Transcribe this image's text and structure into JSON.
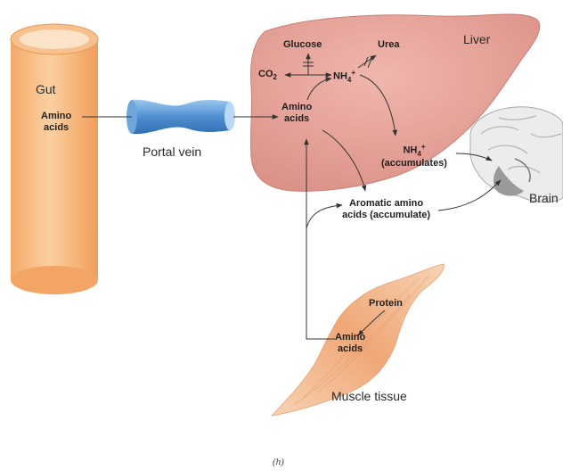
{
  "labels": {
    "gut": "Gut",
    "gut_amino_line1": "Amino",
    "gut_amino_line2": "acids",
    "portal_vein": "Portal vein",
    "liver": "Liver",
    "glucose": "Glucose",
    "urea": "Urea",
    "co2": "CO",
    "co2_sub": "2",
    "nh4_liver": "NH",
    "nh4_liver_sub": "4",
    "nh4_liver_sup": "+",
    "liver_amino_line1": "Amino",
    "liver_amino_line2": "acids",
    "nh4_accum": "NH",
    "nh4_accum_sub": "4",
    "nh4_accum_sup": "+",
    "nh4_accum_line2": "(accumulates)",
    "aromatic_line1": "Aromatic amino",
    "aromatic_line2": "acids (accumulate)",
    "brain": "Brain",
    "protein": "Protein",
    "muscle_amino_line1": "Amino",
    "muscle_amino_line2": "acids",
    "muscle_tissue": "Muscle tissue",
    "caption": "(h)"
  },
  "colors": {
    "gut": "#f7b878",
    "portal_vein": "#5e9bd6",
    "liver": "#e7a49a",
    "muscle": "#f3b48a",
    "brain": "#e4e4e4",
    "arrow": "#333333"
  }
}
